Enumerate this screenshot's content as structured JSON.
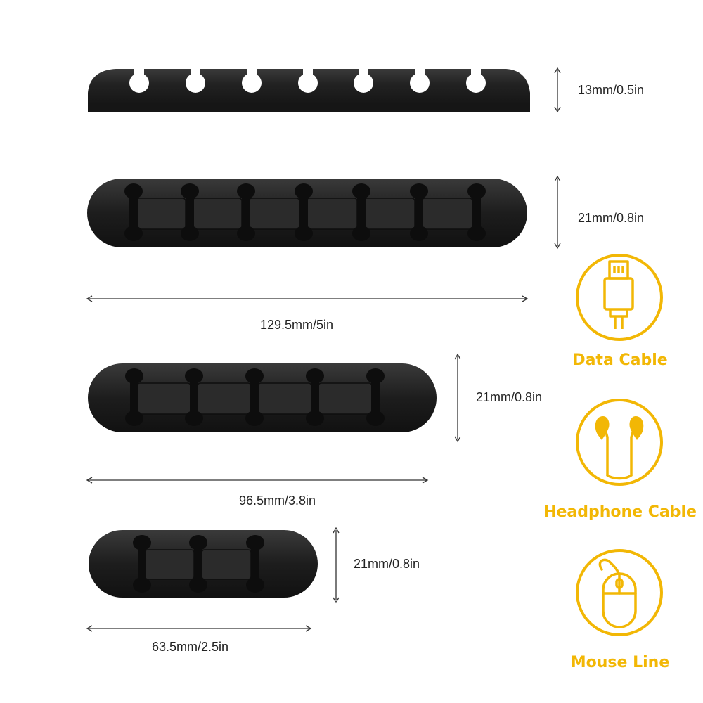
{
  "colors": {
    "accent": "#F2B705",
    "product": "#1f1f1f",
    "dimension_line": "#333333"
  },
  "dimensions": {
    "side_height": "13mm/0.5in",
    "holder7_height": "21mm/0.8in",
    "holder7_width": "129.5mm/5in",
    "holder5_height": "21mm/0.8in",
    "holder5_width": "96.5mm/3.8in",
    "holder3_height": "21mm/0.8in",
    "holder3_width": "63.5mm/2.5in"
  },
  "products": {
    "side_view_slots": 7,
    "holder7_slots": 7,
    "holder5_slots": 5,
    "holder3_slots": 3
  },
  "cable_types": [
    {
      "icon": "data-cable-icon",
      "label": "Data Cable"
    },
    {
      "icon": "headphone-icon",
      "label": "Headphone Cable"
    },
    {
      "icon": "mouse-icon",
      "label": "Mouse Line"
    }
  ]
}
